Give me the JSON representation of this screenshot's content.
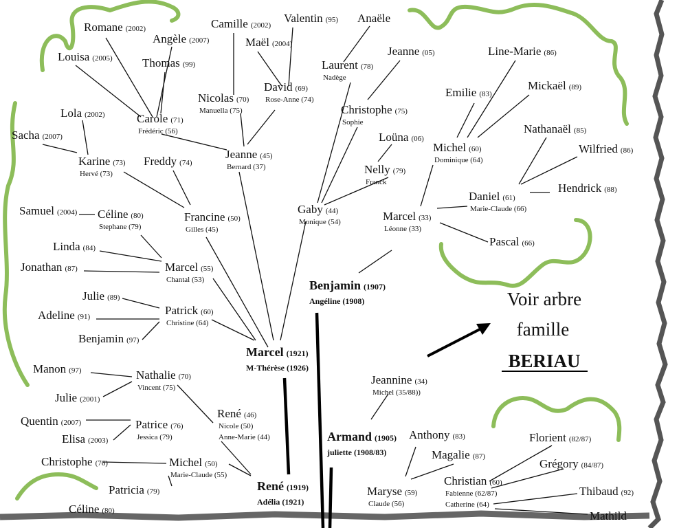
{
  "note": {
    "line1": "Voir arbre",
    "line2": "famille",
    "line3": "BERIAU"
  },
  "accent_colors": {
    "vine": "#8dbd5a",
    "ink": "#111111",
    "shadow": "#555555"
  },
  "people": [
    {
      "id": "romane",
      "name": "Romane",
      "years": "(2002)"
    },
    {
      "id": "louisa",
      "name": "Louisa",
      "years": "(2005)"
    },
    {
      "id": "angele",
      "name": "Angèle",
      "years": "(2007)"
    },
    {
      "id": "thomas",
      "name": "Thomas",
      "years": "(99)"
    },
    {
      "id": "camille",
      "name": "Camille",
      "years": "(2002)"
    },
    {
      "id": "valentin",
      "name": "Valentin",
      "years": "(95)"
    },
    {
      "id": "anaele",
      "name": "Anaële",
      "years": ""
    },
    {
      "id": "mael",
      "name": "Maël",
      "years": "(2004)"
    },
    {
      "id": "laurent",
      "name": "Laurent",
      "years": "(78)",
      "spouse": "Nadège"
    },
    {
      "id": "jeanne05",
      "name": "Jeanne",
      "years": "(05)"
    },
    {
      "id": "linemarie",
      "name": "Line-Marie",
      "years": "(86)"
    },
    {
      "id": "nicolas",
      "name": "Nicolas",
      "years": "(70)",
      "spouse": "Manuella (75)"
    },
    {
      "id": "david",
      "name": "David",
      "years": "(69)",
      "spouse": "Rose-Anne (74)"
    },
    {
      "id": "mickael",
      "name": "Mickaël",
      "years": "(89)"
    },
    {
      "id": "emilie",
      "name": "Emilie",
      "years": "(83)"
    },
    {
      "id": "lola",
      "name": "Lola",
      "years": "(2002)"
    },
    {
      "id": "carole",
      "name": "Carole",
      "years": "(71)",
      "spouse": "Frédéric (56)"
    },
    {
      "id": "christophe75",
      "name": "Christophe",
      "years": "(75)",
      "spouse": "Sophie"
    },
    {
      "id": "sacha",
      "name": "Sacha",
      "years": "(2007)"
    },
    {
      "id": "jeanne45",
      "name": "Jeanne",
      "years": "(45)",
      "spouse": "Bernard (37)"
    },
    {
      "id": "louna",
      "name": "Loüna",
      "years": "(06)"
    },
    {
      "id": "nathanael",
      "name": "Nathanaël",
      "years": "(85)"
    },
    {
      "id": "michel60",
      "name": "Michel",
      "years": "(60)",
      "spouse": "Dominique (64)"
    },
    {
      "id": "wilfried",
      "name": "Wilfried",
      "years": "(86)"
    },
    {
      "id": "karine",
      "name": "Karine",
      "years": "(73)",
      "spouse": "Hervé (73)"
    },
    {
      "id": "freddy",
      "name": "Freddy",
      "years": "(74)"
    },
    {
      "id": "nelly",
      "name": "Nelly",
      "years": "(79)",
      "spouse": "Franck"
    },
    {
      "id": "hendrick",
      "name": "Hendrick",
      "years": "(88)"
    },
    {
      "id": "daniel",
      "name": "Daniel",
      "years": "(61)",
      "spouse": "Marie-Claude (66)"
    },
    {
      "id": "samuel",
      "name": "Samuel",
      "years": "(2004)"
    },
    {
      "id": "celine80a",
      "name": "Céline",
      "years": "(80)",
      "spouse": "Stephane (79)"
    },
    {
      "id": "francine",
      "name": "Francine",
      "years": "(50)",
      "spouse": "Gilles (45)"
    },
    {
      "id": "gaby",
      "name": "Gaby",
      "years": "(44)",
      "spouse": "Monique (54)"
    },
    {
      "id": "marcel33",
      "name": "Marcel",
      "years": "(33)",
      "spouse": "Léonne (33)"
    },
    {
      "id": "pascal",
      "name": "Pascal",
      "years": "(66)"
    },
    {
      "id": "linda",
      "name": "Linda",
      "years": "(84)"
    },
    {
      "id": "marcel55",
      "name": "Marcel",
      "years": "(55)",
      "spouse": "Chantal (53)"
    },
    {
      "id": "jonathan",
      "name": "Jonathan",
      "years": "(87)"
    },
    {
      "id": "julie89",
      "name": "Julie",
      "years": "(89)"
    },
    {
      "id": "patrick",
      "name": "Patrick",
      "years": "(60)",
      "spouse": "Christine (64)"
    },
    {
      "id": "adeline",
      "name": "Adeline",
      "years": "(91)"
    },
    {
      "id": "benjamin97",
      "name": "Benjamin",
      "years": "(97)"
    },
    {
      "id": "manon",
      "name": "Manon",
      "years": "(97)"
    },
    {
      "id": "nathalie",
      "name": "Nathalie",
      "years": "(70)",
      "spouse": "Vincent (75)"
    },
    {
      "id": "jeannine",
      "name": "Jeannine",
      "years": "(34)",
      "spouse": "Michel (35/88))"
    },
    {
      "id": "julie2001",
      "name": "Julie",
      "years": "(2001)"
    },
    {
      "id": "rene46",
      "name": "René",
      "years": "(46)",
      "spouse": "Nicole (50)",
      "spouse2": "Anne-Marie (44)"
    },
    {
      "id": "quentin",
      "name": "Quentin",
      "years": "(2007)"
    },
    {
      "id": "patrice",
      "name": "Patrice",
      "years": "(76)",
      "spouse": "Jessica (79)"
    },
    {
      "id": "elisa",
      "name": "Elisa",
      "years": "(2003)"
    },
    {
      "id": "anthony",
      "name": "Anthony",
      "years": "(83)"
    },
    {
      "id": "florient",
      "name": "Florient",
      "years": "(82/87)"
    },
    {
      "id": "magalie",
      "name": "Magalie",
      "years": "(87)"
    },
    {
      "id": "gregory",
      "name": "Grégory",
      "years": "(84/87)"
    },
    {
      "id": "christophe76",
      "name": "Christophe",
      "years": "(76)"
    },
    {
      "id": "michel50",
      "name": "Michel",
      "years": "(50)",
      "spouse": "Marie-Claude (55)"
    },
    {
      "id": "christian",
      "name": "Christian",
      "years": "(60)",
      "spouse": "Fabienne (62/87)",
      "spouse2": "Catherine (64)"
    },
    {
      "id": "patricia",
      "name": "Patricia",
      "years": "(79)"
    },
    {
      "id": "maryse",
      "name": "Maryse",
      "years": "(59)",
      "spouse": "Claude (56)"
    },
    {
      "id": "thibaud",
      "name": "Thibaud",
      "years": "(92)"
    },
    {
      "id": "celine80b",
      "name": "Céline",
      "years": "(80)"
    },
    {
      "id": "mathilde",
      "name": "Mathild",
      "years": ""
    }
  ],
  "ancestors": [
    {
      "id": "benjamin1907",
      "name": "Benjamin",
      "years": "(1907)",
      "spouse": "Angéline (1908)"
    },
    {
      "id": "marcel1921",
      "name": "Marcel",
      "years": "(1921)",
      "spouse": "M-Thérèse (1926)"
    },
    {
      "id": "armand",
      "name": "Armand",
      "years": "(1905)",
      "spouse": "juliette (1908/83)"
    },
    {
      "id": "rene1919",
      "name": "René",
      "years": "(1919)",
      "spouse": "Adélia (1921)"
    }
  ]
}
